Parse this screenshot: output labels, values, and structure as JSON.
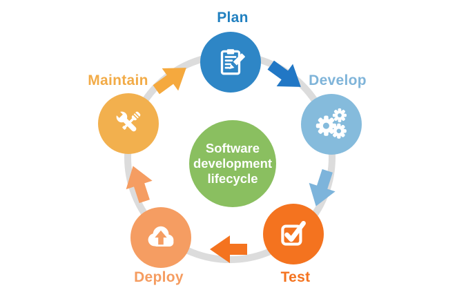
{
  "title": "Software development lifecycle",
  "background_color": "#ffffff",
  "ring_color": "#dcdcdc",
  "center": {
    "label": "Software development lifecycle",
    "circle_color": "#8abf60",
    "text_color": "#ffffff"
  },
  "stages": [
    {
      "label": "Plan",
      "circle_color": "#2e86c6",
      "label_color": "#2180c0",
      "icon": "clipboard-pencil-icon",
      "position": "top"
    },
    {
      "label": "Develop",
      "circle_color": "#85bbdc",
      "label_color": "#7fb4d9",
      "icon": "gears-icon",
      "position": "upper-right"
    },
    {
      "label": "Test",
      "circle_color": "#f4731f",
      "label_color": "#f4731f",
      "icon": "checkbox-check-icon",
      "position": "lower-right"
    },
    {
      "label": "Deploy",
      "circle_color": "#f59d62",
      "label_color": "#f59c60",
      "icon": "cloud-upload-icon",
      "position": "lower-left"
    },
    {
      "label": "Maintain",
      "circle_color": "#f2b04e",
      "label_color": "#f2ab47",
      "icon": "wrench-screwdriver-icon",
      "position": "upper-left"
    }
  ],
  "arrows": [
    {
      "from": "Plan",
      "to": "Develop",
      "color": "#2177c5"
    },
    {
      "from": "Develop",
      "to": "Test",
      "color": "#7db4db"
    },
    {
      "from": "Test",
      "to": "Deploy",
      "color": "#f4731f"
    },
    {
      "from": "Deploy",
      "to": "Maintain",
      "color": "#f59d62"
    },
    {
      "from": "Maintain",
      "to": "Plan",
      "color": "#f5a93e"
    }
  ]
}
